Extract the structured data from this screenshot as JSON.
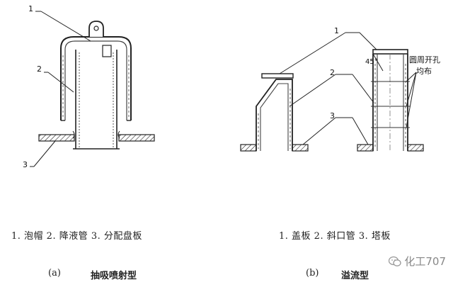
{
  "diagram_a": {
    "callouts": [
      "1",
      "2",
      "3"
    ],
    "legend": "1. 泡帽 2. 降液管 3. 分配盘板",
    "caption_letter": "(a)",
    "caption_title": "抽吸喷射型"
  },
  "diagram_b": {
    "callouts": [
      "1",
      "2",
      "3"
    ],
    "angle_label": "45°",
    "note_line1": "圆周开孔",
    "note_line2": "均布",
    "legend": "1. 盖板 2. 斜口管 3. 塔板",
    "caption_letter": "(b)",
    "caption_title": "溢流型"
  },
  "watermark": "化工707"
}
